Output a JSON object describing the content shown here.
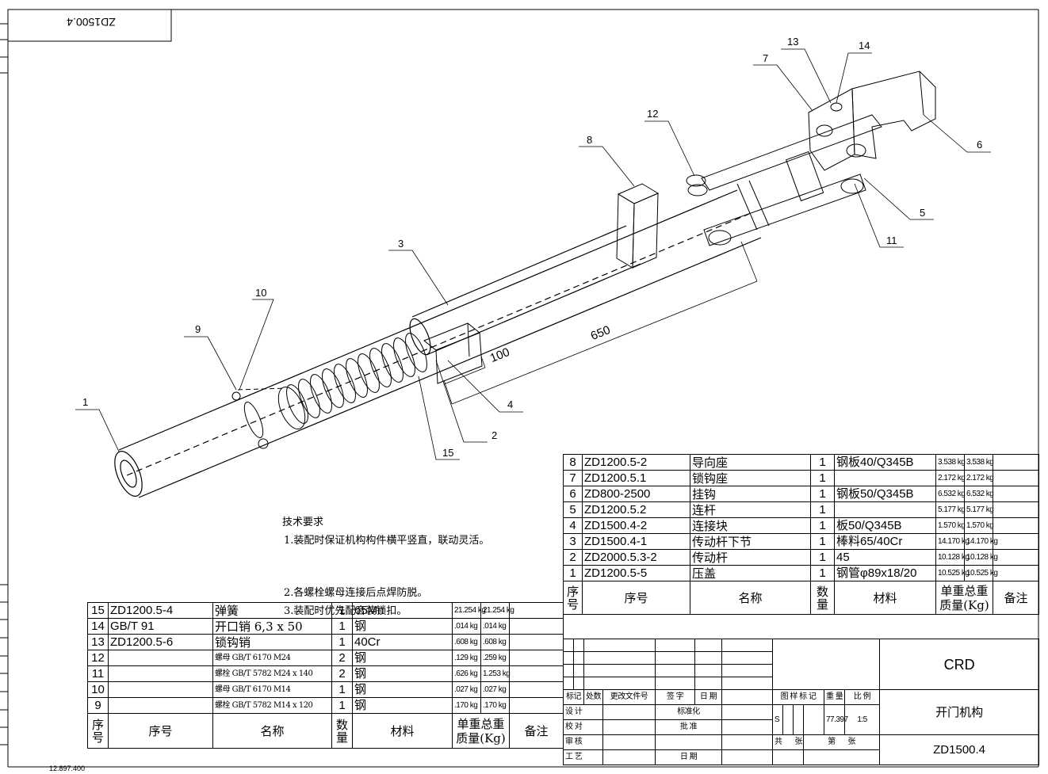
{
  "corner_code": "ZD1500.4",
  "bottom_left_code": "12.897.400",
  "dimensions": {
    "d650": "650",
    "d100": "100"
  },
  "balloons": [
    "1",
    "2",
    "3",
    "4",
    "5",
    "6",
    "7",
    "8",
    "9",
    "10",
    "11",
    "12",
    "13",
    "14",
    "15"
  ],
  "tech_req": {
    "title": "技术要求",
    "items": [
      "1.装配时保证机构构件横平竖直，联动灵活。",
      "2.各螺栓螺母连接后点焊防脱。",
      "3.装配时优先配合装锁扣。"
    ]
  },
  "bom_right": {
    "rows": [
      {
        "no": "8",
        "code": "ZD1200.5-2",
        "name": "导向座",
        "qty": "1",
        "mat": "钢板40/Q345B",
        "unit": "3.538 kg",
        "total": "3.538 kg",
        "note": ""
      },
      {
        "no": "7",
        "code": "ZD1200.5.1",
        "name": "锁钩座",
        "qty": "1",
        "mat": "",
        "unit": "2.172 kg",
        "total": "2.172 kg",
        "note": ""
      },
      {
        "no": "6",
        "code": "ZD800-2500",
        "name": "挂钩",
        "qty": "1",
        "mat": "钢板50/Q345B",
        "unit": "6.532 kg",
        "total": "6.532 kg",
        "note": ""
      },
      {
        "no": "5",
        "code": "ZD1200.5.2",
        "name": "连杆",
        "qty": "1",
        "mat": "",
        "unit": "5.177 kg",
        "total": "5.177 kg",
        "note": ""
      },
      {
        "no": "4",
        "code": "ZD1500.4-2",
        "name": "连接块",
        "qty": "1",
        "mat": "板50/Q345B",
        "unit": "1.570 kg",
        "total": "1.570 kg",
        "note": ""
      },
      {
        "no": "3",
        "code": "ZD1500.4-1",
        "name": "传动杆下节",
        "qty": "1",
        "mat": "棒料65/40Cr",
        "unit": "14.170 kg",
        "total": "14.170 kg",
        "note": ""
      },
      {
        "no": "2",
        "code": "ZD2000.5.3-2",
        "name": "传动杆",
        "qty": "1",
        "mat": "45",
        "unit": "10.128 kg",
        "total": "10.128 kg",
        "note": ""
      },
      {
        "no": "1",
        "code": "ZD1200.5-5",
        "name": "压盖",
        "qty": "1",
        "mat": "钢管φ89x18/20",
        "unit": "10.525 kg",
        "total": "10.525 kg",
        "note": ""
      }
    ],
    "header": {
      "seq": "序号",
      "code": "序号",
      "name": "名称",
      "qty": "数量",
      "mat": "材料",
      "unit": "单重",
      "total": "总重",
      "mass": "质量(Kg)",
      "note": "备注"
    }
  },
  "bom_left": {
    "rows": [
      {
        "no": "15",
        "code": "ZD1200.5-4",
        "name": "弹簧",
        "qty": "1",
        "mat": "65Mn",
        "unit": "21.254 kg",
        "total": "21.254 kg",
        "note": ""
      },
      {
        "no": "14",
        "code": "GB/T 91",
        "name": "开口销 6,3 x 50",
        "qty": "1",
        "mat": "钢",
        "unit": ".014 kg",
        "total": ".014 kg",
        "note": ""
      },
      {
        "no": "13",
        "code": "ZD1200.5-6",
        "name": "锁钩销",
        "qty": "1",
        "mat": "40Cr",
        "unit": ".608 kg",
        "total": ".608 kg",
        "note": ""
      },
      {
        "no": "12",
        "code": "",
        "name": "螺母 GB/T 6170 M24",
        "qty": "2",
        "mat": "钢",
        "unit": ".129 kg",
        "total": ".259 kg",
        "note": ""
      },
      {
        "no": "11",
        "code": "",
        "name": "螺栓 GB/T 5782 M24 x 140",
        "qty": "2",
        "mat": "钢",
        "unit": ".626 kg",
        "total": "1.253 kg",
        "note": ""
      },
      {
        "no": "10",
        "code": "",
        "name": "螺母 GB/T 6170 M14",
        "qty": "1",
        "mat": "钢",
        "unit": ".027 kg",
        "total": ".027 kg",
        "note": ""
      },
      {
        "no": "9",
        "code": "",
        "name": "螺栓 GB/T 5782 M14 x 120",
        "qty": "1",
        "mat": "钢",
        "unit": ".170 kg",
        "total": ".170 kg",
        "note": ""
      }
    ],
    "header": {
      "seq": "序号",
      "code": "序号",
      "name": "名称",
      "qty": "数量",
      "mat": "材料",
      "unit": "单重",
      "total": "总重",
      "mass": "质量(Kg)",
      "note": "备注"
    }
  },
  "title_block": {
    "rev_labels": [
      "标记",
      "处数",
      "更改文件号",
      "签 字",
      "日 期"
    ],
    "design": "设 计",
    "standardize": "标准化",
    "check": "校 对",
    "approve": "批 准",
    "review": "审 核",
    "process": "工 艺",
    "date": "日 期",
    "sample_mark": "图 样 标 记",
    "weight_lbl": "重 量",
    "scale_lbl": "比 例",
    "s_mark": "S",
    "weight": "77.397",
    "scale": "1:5",
    "total_lbl": "共",
    "sheet_lbl": "张",
    "no_lbl": "第",
    "sheet2_lbl": "张",
    "company": "CRD",
    "drawing_name": "开门机构",
    "drawing_no": "ZD1500.4"
  }
}
